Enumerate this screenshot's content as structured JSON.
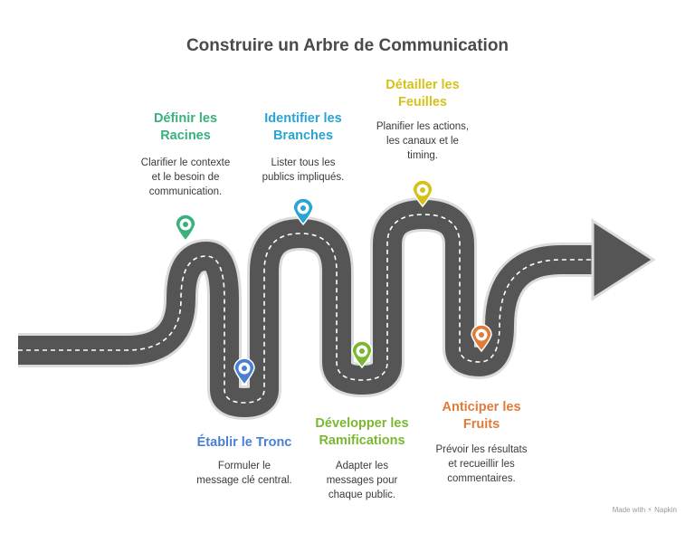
{
  "title": "Construire un Arbre de Communication",
  "steps": [
    {
      "title_lines": [
        "Définir les",
        "Racines"
      ],
      "desc_lines": [
        "Clarifier le contexte",
        "et le besoin de",
        "communication."
      ],
      "color": "#3ab07d"
    },
    {
      "title_lines": [
        "Établir le Tronc"
      ],
      "desc_lines": [
        "Formuler le",
        "message clé central."
      ],
      "color": "#4a7fd6"
    },
    {
      "title_lines": [
        "Identifier les",
        "Branches"
      ],
      "desc_lines": [
        "Lister tous les",
        "publics impliqués."
      ],
      "color": "#2aa4d2"
    },
    {
      "title_lines": [
        "Développer les",
        "Ramifications"
      ],
      "desc_lines": [
        "Adapter les",
        "messages pour",
        "chaque public."
      ],
      "color": "#7ab832"
    },
    {
      "title_lines": [
        "Détailler les",
        "Feuilles"
      ],
      "desc_lines": [
        "Planifier les actions,",
        "les canaux et le",
        "timing."
      ],
      "color": "#d4c21a"
    },
    {
      "title_lines": [
        "Anticiper les",
        "Fruits"
      ],
      "desc_lines": [
        "Prévoir les résultats",
        "et recueillir les",
        "commentaires."
      ],
      "color": "#e07b39"
    }
  ],
  "watermark": "Made with ⚡ Napkin",
  "colors": {
    "road": "#555555",
    "road_line": "#ffffff",
    "title": "#4a4a4a"
  }
}
